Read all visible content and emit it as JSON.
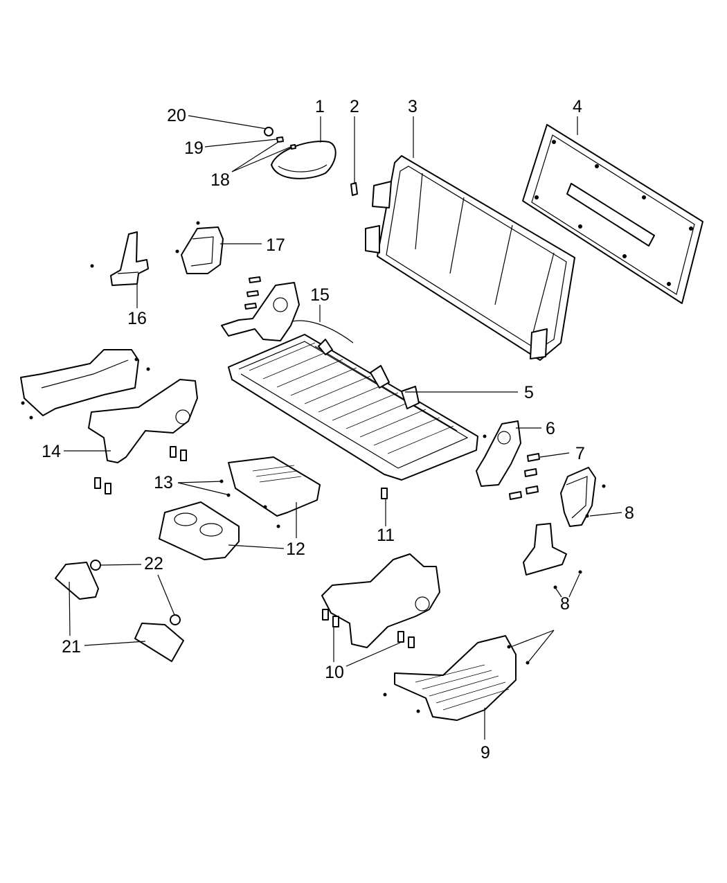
{
  "callouts": [
    {
      "id": "c1",
      "text": "1"
    },
    {
      "id": "c2",
      "text": "2"
    },
    {
      "id": "c3",
      "text": "3"
    },
    {
      "id": "c4",
      "text": "4"
    },
    {
      "id": "c5",
      "text": "5"
    },
    {
      "id": "c6",
      "text": "6"
    },
    {
      "id": "c7",
      "text": "7"
    },
    {
      "id": "c8a",
      "text": "8"
    },
    {
      "id": "c8b",
      "text": "8"
    },
    {
      "id": "c9",
      "text": "9"
    },
    {
      "id": "c10",
      "text": "10"
    },
    {
      "id": "c11",
      "text": "11"
    },
    {
      "id": "c12",
      "text": "12"
    },
    {
      "id": "c13",
      "text": "13"
    },
    {
      "id": "c14",
      "text": "14"
    },
    {
      "id": "c15",
      "text": "15"
    },
    {
      "id": "c16",
      "text": "16"
    },
    {
      "id": "c17",
      "text": "17"
    },
    {
      "id": "c18",
      "text": "18"
    },
    {
      "id": "c19",
      "text": "19"
    },
    {
      "id": "c20",
      "text": "20"
    },
    {
      "id": "c21",
      "text": "21"
    },
    {
      "id": "c22",
      "text": "22"
    }
  ]
}
